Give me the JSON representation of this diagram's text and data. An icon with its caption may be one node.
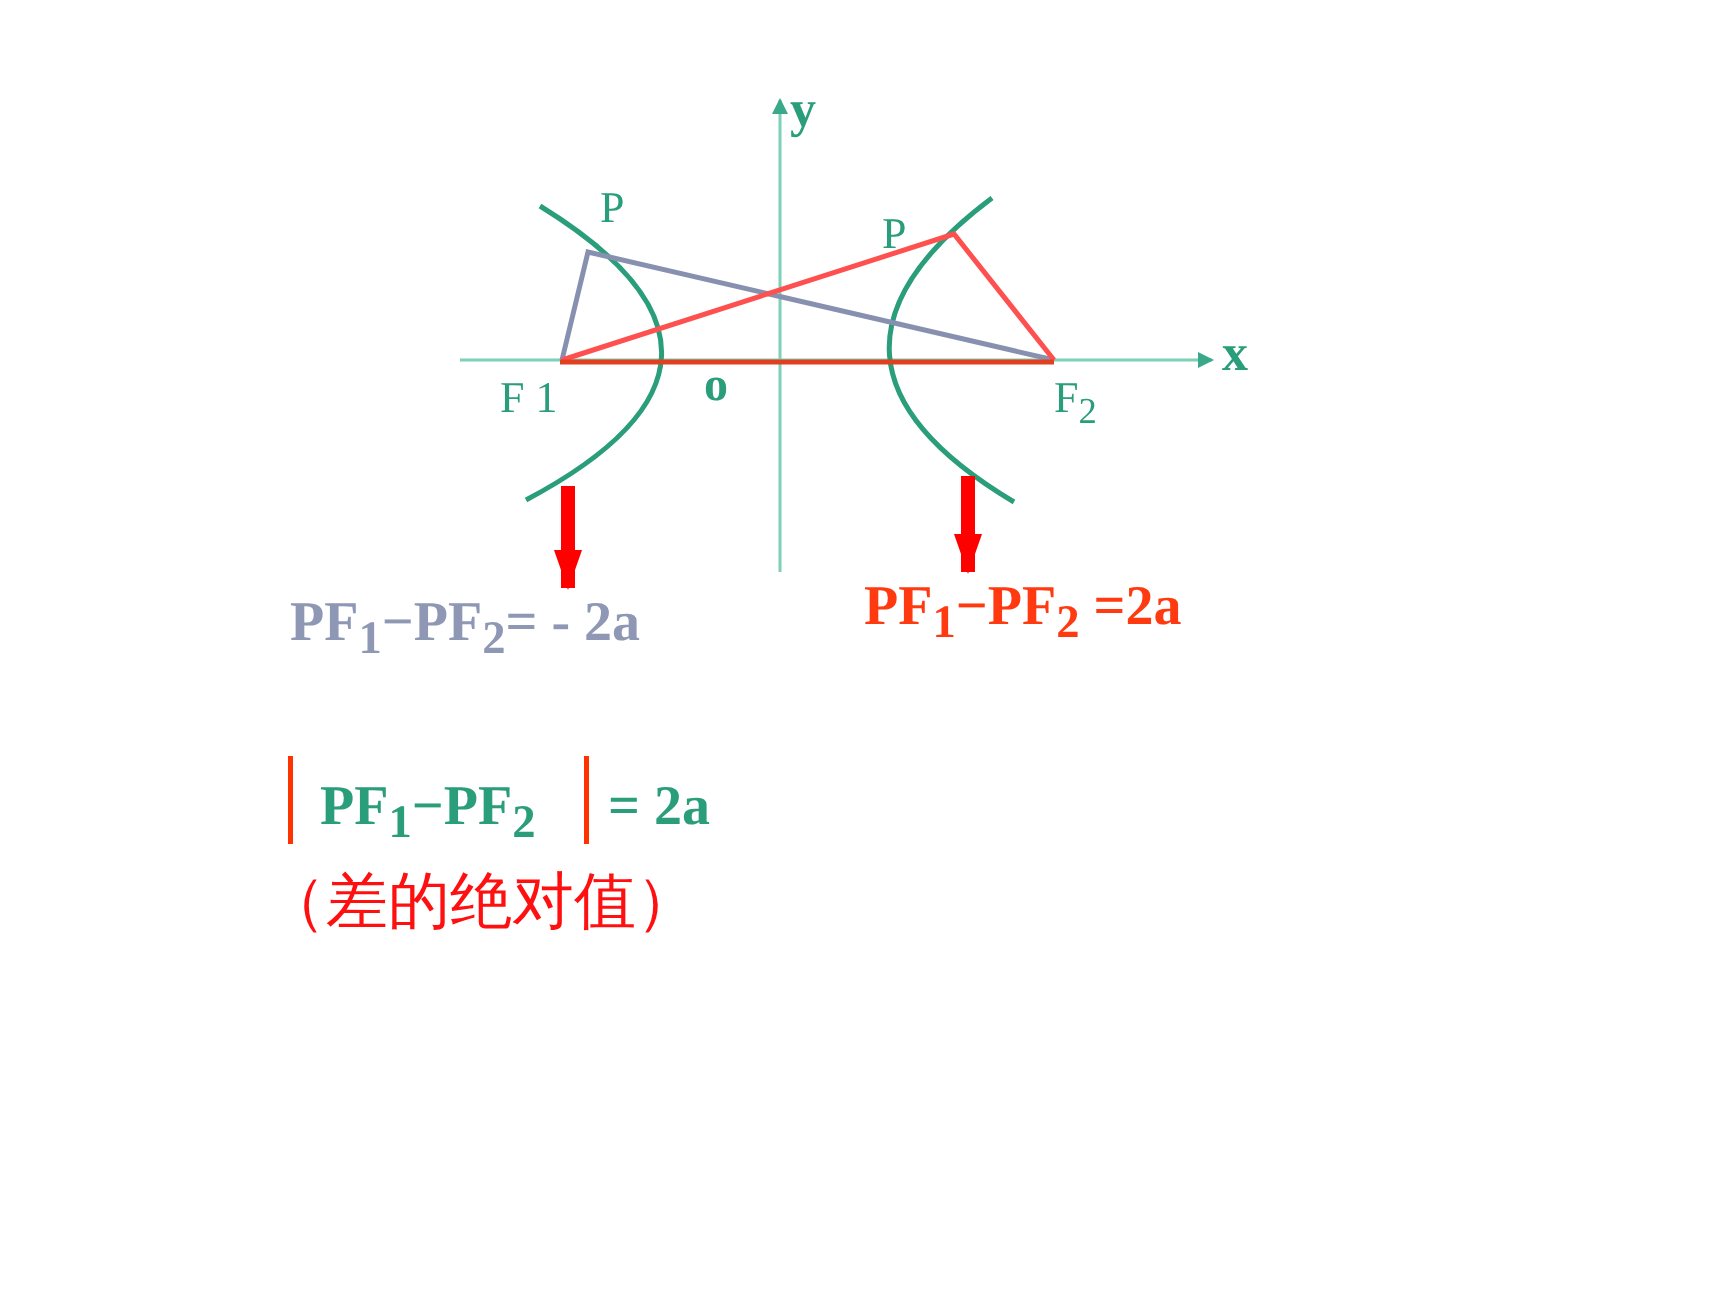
{
  "diagram": {
    "nodes": [
      {
        "text": [
          "PF$_{1}$−PF$_{2}$= - 2a"
        ]
      },
      {
        "text": [
          "PF$_{1}$−PF$_{2}$ =2a"
        ]
      }
    ],
    "edges": [
      {
        "from": null,
        "to": 0,
        "arrow": "to"
      },
      {
        "from": null,
        "to": 1,
        "arrow": "to"
      }
    ],
    "labels": [
      "y",
      "P",
      "P",
      "x",
      "F 1",
      "o",
      "F$_{2}$",
      "PF$_{1}$−PF$_{2}$",
      "= 2a",
      "（差的绝对值）"
    ]
  }
}
